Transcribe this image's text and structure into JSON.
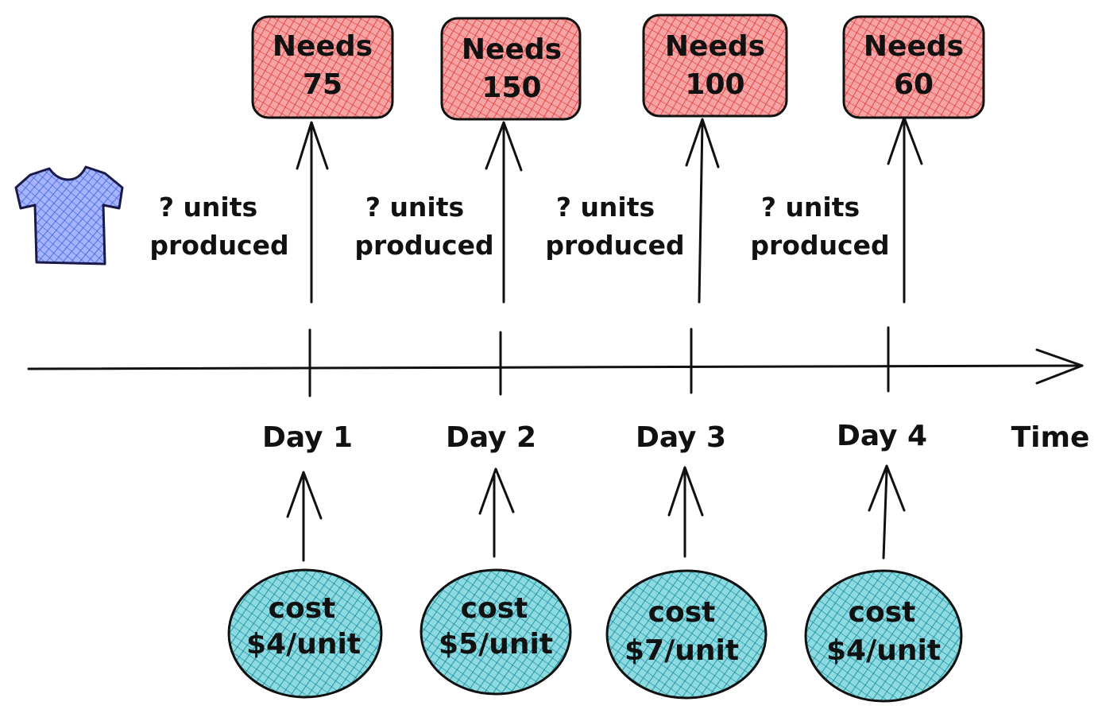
{
  "colors": {
    "need_fill": "#f08a8a",
    "need_hatch": "#e03131",
    "cost_fill": "#7fd3d9",
    "cost_hatch": "#0c8599",
    "shirt_fill": "#8fa0f0",
    "shirt_hatch": "#3b5bdb",
    "ink": "#111111"
  },
  "icons": {
    "product": "t-shirt-icon"
  },
  "timeline": {
    "axis_label": "Time"
  },
  "days": [
    {
      "label": "Day 1",
      "need_line1": "Needs",
      "need_line2": "75",
      "cost_line1": "cost",
      "cost_line2": "$4/unit"
    },
    {
      "label": "Day 2",
      "need_line1": "Needs",
      "need_line2": "150",
      "cost_line1": "cost",
      "cost_line2": "$5/unit"
    },
    {
      "label": "Day 3",
      "need_line1": "Needs",
      "need_line2": "100",
      "cost_line1": "cost",
      "cost_line2": "$7/unit"
    },
    {
      "label": "Day 4",
      "need_line1": "Needs",
      "need_line2": "60",
      "cost_line1": "cost",
      "cost_line2": "$4/unit"
    }
  ],
  "production_labels": [
    {
      "line1": "? units",
      "line2": "produced"
    },
    {
      "line1": "? units",
      "line2": "produced"
    },
    {
      "line1": "? units",
      "line2": "produced"
    },
    {
      "line1": "? units",
      "line2": "produced"
    }
  ]
}
